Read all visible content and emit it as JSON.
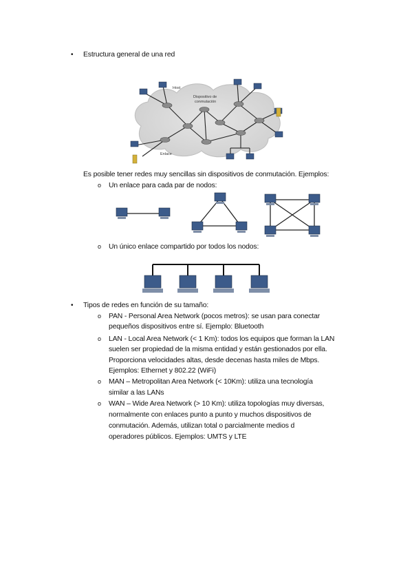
{
  "section1": {
    "bullet": "•",
    "heading": "Estructura general de una red"
  },
  "network_diagram": {
    "label_host": "Host",
    "label_switch_line1": "Dispositivo de",
    "label_switch_line2": "conmutación",
    "label_link": "Enlace"
  },
  "simple_networks": {
    "intro": "Es posible tener redes muy sencillas sin dispositivos de conmutación. Ejemplos:",
    "items": [
      {
        "marker": "o",
        "text": "Un enlace para cada par de nodos:"
      },
      {
        "marker": "o",
        "text": "Un único enlace compartido por todos los nodos:"
      }
    ]
  },
  "section2": {
    "bullet": "•",
    "heading": "Tipos de redes en función de su tamaño:",
    "items": [
      {
        "marker": "o",
        "lines": [
          "PAN - Personal Area Network (pocos metros): se usan para conectar",
          "pequeños dispositivos entre sí. Ejemplo: Bluetooth"
        ]
      },
      {
        "marker": "o",
        "lines": [
          "LAN - Local Area Network (< 1 Km): todos los equipos que forman la LAN",
          "suelen ser propiedad de la misma entidad y están gestionados por ella.",
          "Proporciona velocidades altas, desde decenas hasta miles de Mbps.",
          "Ejemplos: Ethernet y 802.22  (WiFi)"
        ]
      },
      {
        "marker": "o",
        "lines": [
          "MAN – Metropolitan Area Network (< 10Km): utiliza una tecnología",
          "similar a las LANs"
        ]
      },
      {
        "marker": "o",
        "lines": [
          "WAN – Wide Area Network (> 10 Km): utiliza topologías muy diversas,",
          "normalmente con enlaces punto a punto y muchos dispositivos de",
          "conmutación. Además, utilizan total o parcialmente medios d",
          "operadores públicos. Ejemplos: UMTS y LTE"
        ]
      }
    ]
  }
}
